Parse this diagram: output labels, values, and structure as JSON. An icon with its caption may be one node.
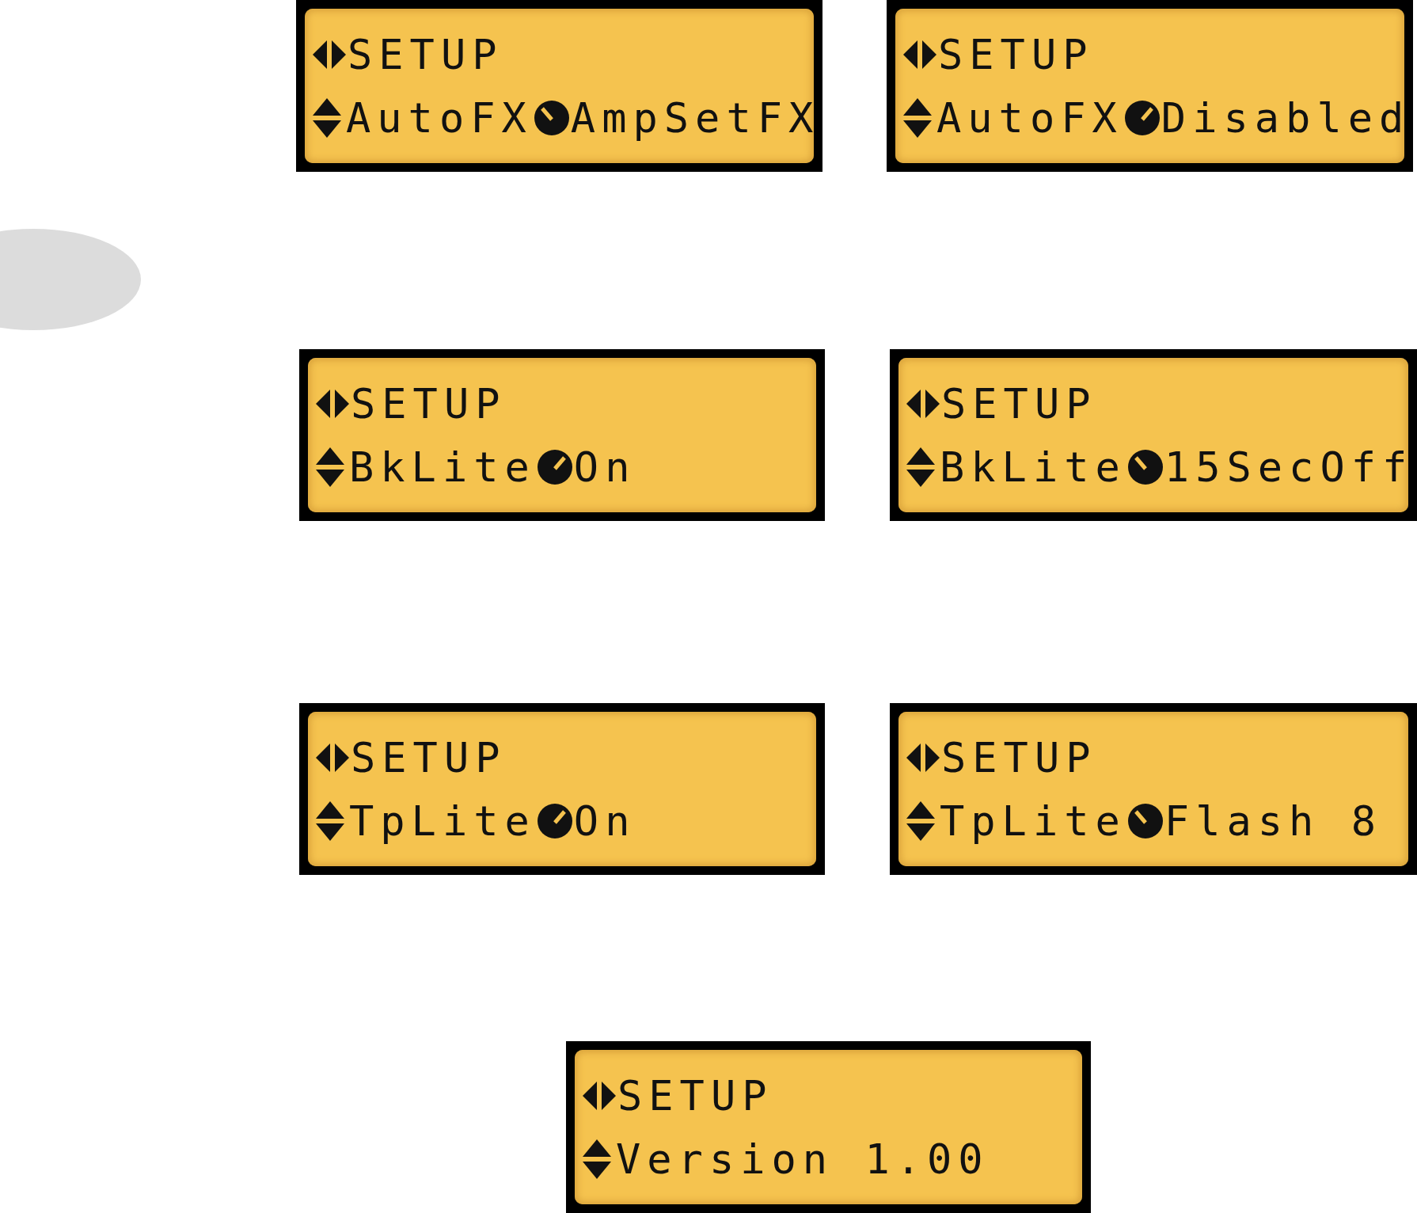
{
  "diagram": {
    "nodes": [
      {
        "text": [
          "SETUP",
          "AutoFX",
          "AmpSetFX"
        ]
      },
      {
        "text": [
          "SETUP",
          "AutoFX",
          "Disabled"
        ]
      },
      {
        "text": [
          "SETUP",
          "BkLite",
          "On"
        ]
      },
      {
        "text": [
          "SETUP",
          "BkLite",
          "15SecOff"
        ]
      },
      {
        "text": [
          "SETUP",
          "TpLite",
          "On"
        ]
      },
      {
        "text": [
          "SETUP",
          "TpLite",
          "Flash 8"
        ]
      },
      {
        "text": [
          "SETUP",
          "Version 1.00"
        ]
      },
      {
        "text": [],
        "shape": "ellipse"
      }
    ]
  }
}
